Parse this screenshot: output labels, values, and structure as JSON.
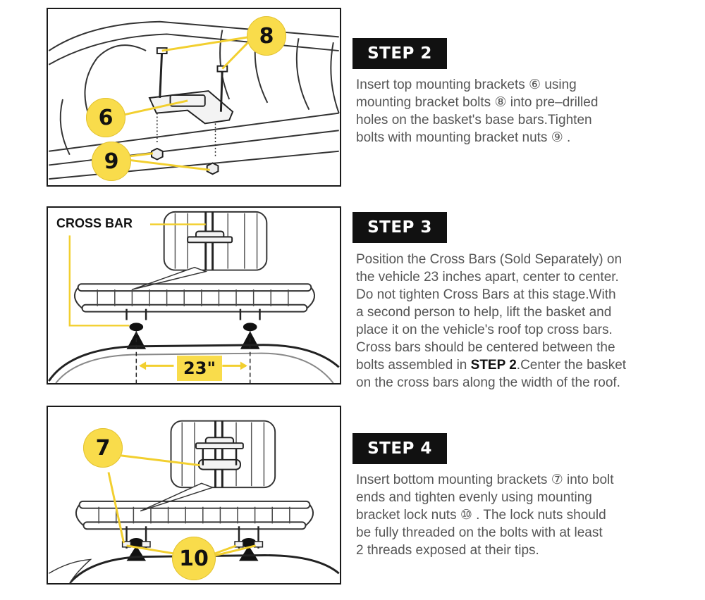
{
  "steps": [
    {
      "label": "STEP 2",
      "lines": [
        "Insert top mounting brackets ⑥ using",
        "mounting bracket bolts ⑧ into pre–drilled",
        "holes on the basket's base bars.Tighten",
        "bolts with mounting bracket nuts ⑨ ."
      ],
      "callouts": {
        "bolts": "8",
        "bracket": "6",
        "nuts": "9"
      }
    },
    {
      "label": "STEP 3",
      "lines": [
        "Position the Cross Bars (Sold Separately) on",
        "the vehicle 23 inches apart, center to center.",
        "Do not tighten Cross Bars at this stage.With",
        "a second person to help, lift the basket and",
        "place it on the vehicle's roof top cross bars.",
        "Cross bars should be centered between the"
      ],
      "line7_pre": "bolts assembled in ",
      "line7_bold": "STEP 2",
      "line7_post": ".Center the basket",
      "line8": "on the cross bars along the width of the roof.",
      "crossbar_label": "CROSS BAR",
      "dimension": "23\""
    },
    {
      "label": "STEP 4",
      "lines": [
        "Insert bottom mounting brackets ⑦ into bolt",
        "ends and tighten evenly using mounting",
        "bracket lock nuts ⑩ . The lock nuts should",
        "be fully threaded on the bolts with at least",
        "2 threads exposed at their tips."
      ],
      "callouts": {
        "bracket": "7",
        "locknuts": "10"
      }
    }
  ]
}
